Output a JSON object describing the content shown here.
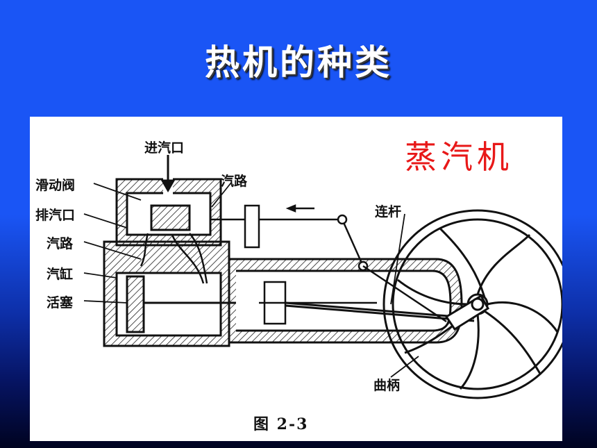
{
  "slide": {
    "title": "热机的种类",
    "engine_name": "蒸汽机",
    "colors": {
      "background": "#1a55f5",
      "title": "#ffffff",
      "engine_name": "#e81818"
    }
  },
  "figure": {
    "caption": "图  2-3",
    "labels": {
      "steam_inlet": "进汽口",
      "slide_valve": "滑动阀",
      "exhaust_port": "排汽口",
      "steam_passage_left": "汽路",
      "cylinder": "汽缸",
      "piston": "活塞",
      "steam_passage_top": "汽路",
      "connecting_rod": "连杆",
      "crank": "曲柄"
    }
  }
}
